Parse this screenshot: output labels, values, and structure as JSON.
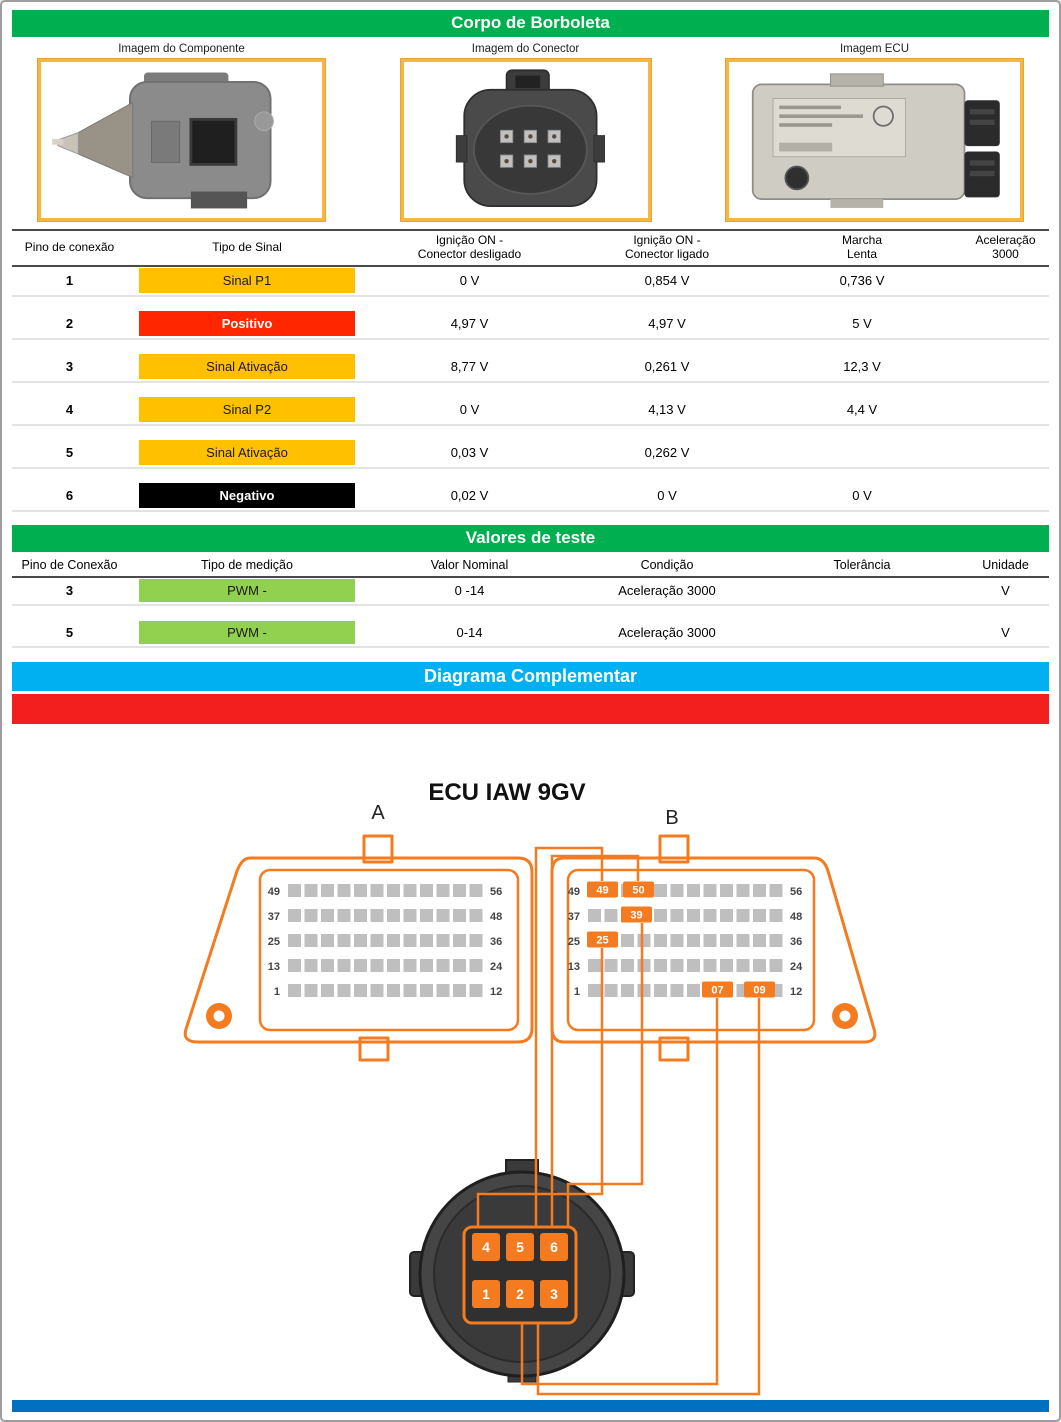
{
  "title": "Corpo de Borboleta",
  "images": {
    "captions": [
      "Imagem do Componente",
      "Imagem do Conector",
      "Imagem ECU"
    ]
  },
  "signal_table": {
    "headers": [
      "Pino de conexão",
      "Tipo de Sinal",
      "Ignição ON -\nConector desligado",
      "Ignição ON -\nConector ligado",
      "Marcha\nLenta",
      "Aceleração\n3000"
    ],
    "rows": [
      {
        "pin": "1",
        "signal": "Sinal P1",
        "v1": "0 V",
        "v2": "0,854 V",
        "v3": "0,736 V",
        "v4": ""
      },
      {
        "pin": "2",
        "signal": "Positivo",
        "v1": "4,97 V",
        "v2": "4,97 V",
        "v3": "5 V",
        "v4": ""
      },
      {
        "pin": "3",
        "signal": "Sinal Ativação",
        "v1": "8,77 V",
        "v2": "0,261 V",
        "v3": "12,3 V",
        "v4": ""
      },
      {
        "pin": "4",
        "signal": "Sinal P2",
        "v1": "0 V",
        "v2": "4,13 V",
        "v3": "4,4 V",
        "v4": ""
      },
      {
        "pin": "5",
        "signal": "Sinal Ativação",
        "v1": "0,03 V",
        "v2": "0,262 V",
        "v3": "",
        "v4": ""
      },
      {
        "pin": "6",
        "signal": "Negativo",
        "v1": "0,02 V",
        "v2": "0 V",
        "v3": "0 V",
        "v4": ""
      }
    ]
  },
  "test_section": {
    "title": "Valores de teste",
    "headers": [
      "Pino de Conexão",
      "Tipo de medição",
      "Valor Nominal",
      "Condição",
      "Tolerância",
      "Unidade"
    ],
    "rows": [
      {
        "pin": "3",
        "type": "PWM -",
        "nominal": "0 -14",
        "condition": "Aceleração 3000",
        "tolerance": "",
        "unit": "V"
      },
      {
        "pin": "5",
        "type": "PWM -",
        "nominal": "0-14",
        "condition": "Aceleração 3000",
        "tolerance": "",
        "unit": "V"
      }
    ]
  },
  "diagram": {
    "title_bar": "Diagrama Complementar",
    "ecu_title": "ECU IAW 9GV",
    "label_a": "A",
    "label_b": "B",
    "row_labels_left": [
      "49",
      "37",
      "25",
      "13",
      "1"
    ],
    "row_labels_right": [
      "56",
      "48",
      "36",
      "24",
      "12"
    ],
    "highlighted_pins": [
      "49",
      "50",
      "39",
      "25",
      "07",
      "09"
    ],
    "connector_pins_top": [
      "4",
      "5",
      "6"
    ],
    "connector_pins_bottom": [
      "1",
      "2",
      "3"
    ]
  },
  "colors": {
    "header_green": "#00B050",
    "amber": "#FFC000",
    "positive_red": "#FF2600",
    "negative_black": "#000000",
    "pwm_green": "#92D050",
    "diagram_blue": "#00B0F0",
    "alert_red": "#F31F1F",
    "bottom_blue": "#0070C0",
    "wire_orange": "#F47B20"
  }
}
